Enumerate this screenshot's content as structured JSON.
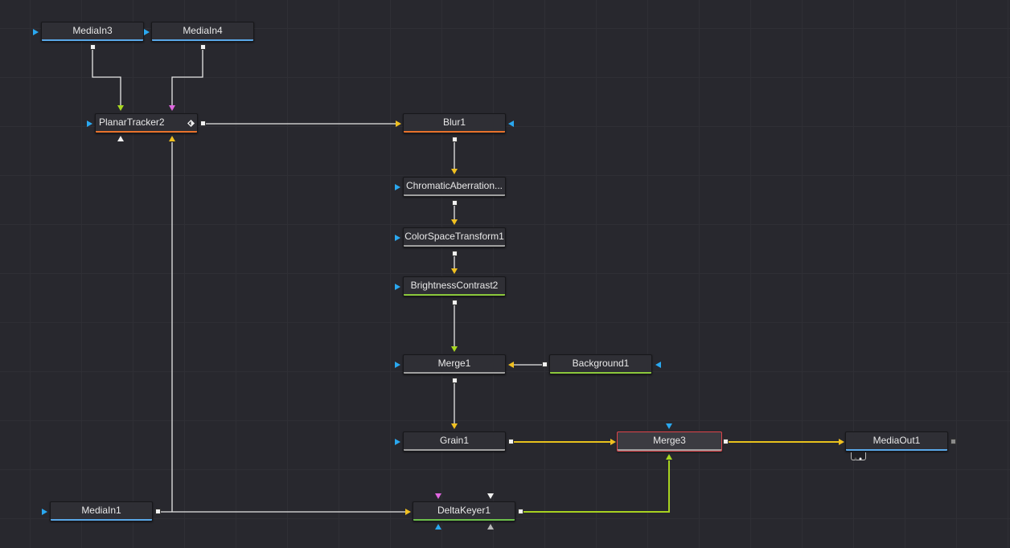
{
  "colors": {
    "background": "#28282e",
    "wire": "#e6e6e6",
    "wire_active_yellow": "#e8c21c",
    "wire_active_green": "#a8d220",
    "input_blue": "#2aa8f0",
    "input_yellow": "#f0c020",
    "input_green": "#a8d820",
    "input_magenta": "#e066e0",
    "selected_border": "#e0444a"
  },
  "nodes": {
    "MediaIn3": {
      "label": "MediaIn3",
      "bar": "#5aa8e8"
    },
    "MediaIn4": {
      "label": "MediaIn4",
      "bar": "#5aa8e8"
    },
    "PlanarTracker2": {
      "label": "PlanarTracker2",
      "bar": "#e8722c"
    },
    "Blur1": {
      "label": "Blur1",
      "bar": "#e8722c"
    },
    "ChromaticAberration": {
      "label": "ChromaticAberration...",
      "bar": "#a0a0a0"
    },
    "ColorSpaceTransform1": {
      "label": "ColorSpaceTransform1",
      "bar": "#a0a0a0"
    },
    "BrightnessContrast2": {
      "label": "BrightnessContrast2",
      "bar": "#8cc83c"
    },
    "Merge1": {
      "label": "Merge1",
      "bar": "#a0a0a0"
    },
    "Background1": {
      "label": "Background1",
      "bar": "#8cc83c"
    },
    "Grain1": {
      "label": "Grain1",
      "bar": "#a0a0a0"
    },
    "Merge3": {
      "label": "Merge3",
      "bar": "#a0a0a0"
    },
    "MediaOut1": {
      "label": "MediaOut1",
      "bar": "#5aa8e8"
    },
    "MediaIn1": {
      "label": "MediaIn1",
      "bar": "#5aa8e8"
    },
    "DeltaKeyer1": {
      "label": "DeltaKeyer1",
      "bar": "#6cc04c"
    }
  },
  "icons": {
    "keyframe": "keyframe-diamond-icon",
    "output_port": "output-square-icon",
    "input_arrow": "input-triangle-icon",
    "sticky_view": "view-indicator-icon"
  }
}
